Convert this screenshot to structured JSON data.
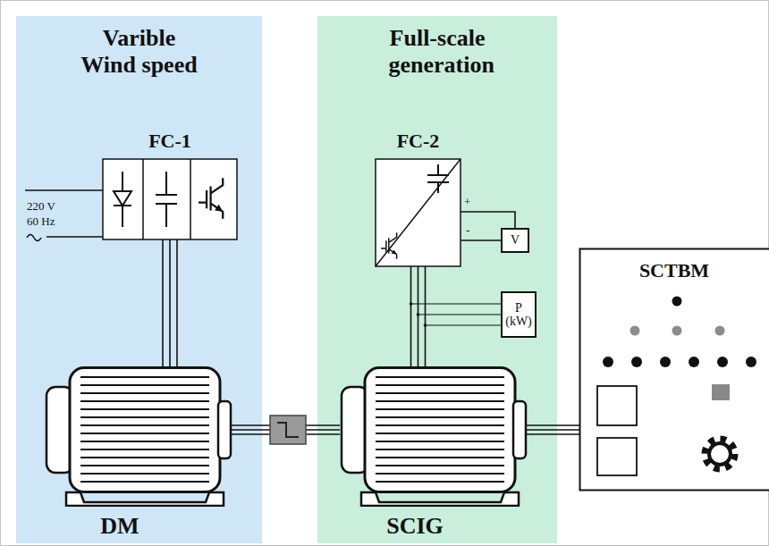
{
  "diagram": {
    "nodes": [
      {
        "text": [
          "Varible Wind speed"
        ]
      },
      {
        "text": [
          "FC-1"
        ],
        "in": 0
      },
      {
        "text": [
          "DM"
        ],
        "in": 0
      },
      {
        "text": [
          "Full-scale generation"
        ]
      },
      {
        "text": [
          "FC-2"
        ],
        "in": 3
      },
      {
        "text": [
          "V"
        ],
        "in": 3
      },
      {
        "text": [
          "P (kW)"
        ],
        "in": 3
      },
      {
        "text": [
          "SCIG"
        ],
        "in": 3
      },
      {
        "text": [
          "SCTBM"
        ]
      }
    ],
    "edges": [
      {
        "from": 1,
        "to": 2,
        "arrow": "none"
      },
      {
        "from": 4,
        "to": 7,
        "arrow": "none"
      },
      {
        "from": 2,
        "to": 7,
        "arrow": "none"
      },
      {
        "from": 7,
        "to": 8,
        "arrow": "none"
      },
      {
        "from": 4,
        "to": 5,
        "arrow": "none"
      }
    ],
    "labels": [
      "220 V",
      "60 Hz",
      "+",
      "-"
    ]
  }
}
